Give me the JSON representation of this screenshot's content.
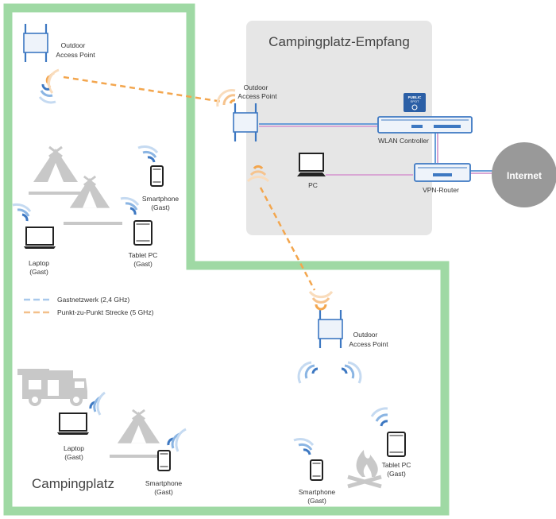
{
  "areas": {
    "reception_title": "Campingplatz-Empfang",
    "campsite_title": "Campingplatz"
  },
  "internet": {
    "label": "Internet"
  },
  "devices": {
    "ap_top_left": {
      "line1": "Outdoor",
      "line2": "Access Point"
    },
    "ap_reception": {
      "line1": "Outdoor",
      "line2": "Access Point"
    },
    "ap_campsite": {
      "line1": "Outdoor",
      "line2": "Access Point"
    },
    "wlan_controller": {
      "label": "WLAN Controller",
      "badge_line1": "PUBLIC",
      "badge_line2": "SPOT"
    },
    "vpn_router": {
      "label": "VPN-Router"
    },
    "pc": {
      "label": "PC"
    },
    "smartphone_top": {
      "line1": "Smartphone",
      "line2": "(Gast)"
    },
    "tablet_top": {
      "line1": "Tablet PC",
      "line2": "(Gast)"
    },
    "laptop_top": {
      "line1": "Laptop",
      "line2": "(Gast)"
    },
    "laptop_bottom": {
      "line1": "Laptop",
      "line2": "(Gast)"
    },
    "smartphone_bottom_left": {
      "line1": "Smartphone",
      "line2": "(Gast)"
    },
    "smartphone_bottom_right": {
      "line1": "Smartphone",
      "line2": "(Gast)"
    },
    "tablet_bottom": {
      "line1": "Tablet PC",
      "line2": "(Gast)"
    }
  },
  "legend": {
    "guest_network": "Gastnetzwerk (2,4 GHz)",
    "p2p_link": "Punkt-zu-Punkt Strecke (5 GHz)"
  },
  "colors": {
    "area_border": "#9fd9a4",
    "reception_bg": "#e6e6e6",
    "device_blue": "#3d78c2",
    "wifi_blue": "#6a9fd8",
    "p2p_orange": "#f3a64e",
    "guest_dash": "#a9c9ec",
    "lan_pink": "#d9a7d4",
    "internet_grey": "#999999",
    "icon_grey": "#c8c8c8"
  }
}
